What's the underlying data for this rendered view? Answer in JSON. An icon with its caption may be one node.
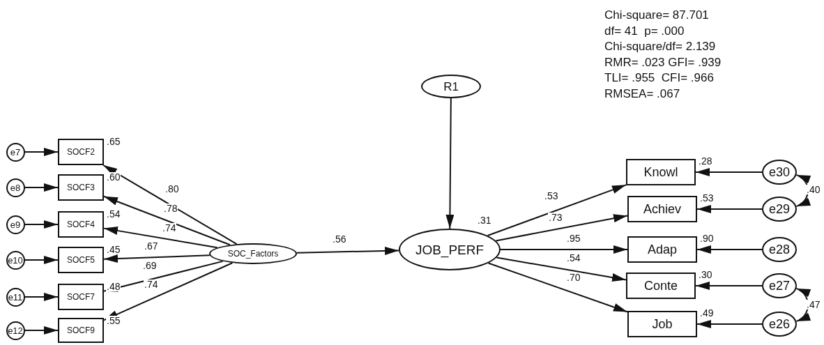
{
  "diagram": {
    "nodes": [
      {
        "text": [
          "e7"
        ]
      },
      {
        "text": [
          "e8"
        ]
      },
      {
        "text": [
          "e9"
        ]
      },
      {
        "text": [
          "e10"
        ]
      },
      {
        "text": [
          "e11"
        ]
      },
      {
        "text": [
          "e12"
        ]
      },
      {
        "text": [
          "SOCF2"
        ],
        "beside": [
          ".65"
        ]
      },
      {
        "text": [
          "SOCF3"
        ],
        "beside": [
          ".60"
        ]
      },
      {
        "text": [
          "SOCF4"
        ],
        "beside": [
          ".54"
        ]
      },
      {
        "text": [
          "SOCF5"
        ],
        "beside": [
          ".45"
        ]
      },
      {
        "text": [
          "SOCF7"
        ],
        "beside": [
          ".48"
        ]
      },
      {
        "text": [
          "SOCF9"
        ],
        "beside": [
          ".55"
        ]
      },
      {
        "text": [
          "SOC_Factors"
        ]
      },
      {
        "text": [
          "R1"
        ]
      },
      {
        "text": [
          "JOB_PERF"
        ],
        "beside": [
          ".31"
        ]
      },
      {
        "text": [
          "Knowl"
        ],
        "beside": [
          ".28"
        ]
      },
      {
        "text": [
          "Achiev"
        ],
        "beside": [
          ".53"
        ]
      },
      {
        "text": [
          "Adap"
        ],
        "beside": [
          ".90"
        ]
      },
      {
        "text": [
          "Conte"
        ],
        "beside": [
          ".30"
        ]
      },
      {
        "text": [
          "Job"
        ],
        "beside": [
          ".49"
        ]
      },
      {
        "text": [
          "e30"
        ]
      },
      {
        "text": [
          "e29"
        ]
      },
      {
        "text": [
          "e28"
        ]
      },
      {
        "text": [
          "e27"
        ]
      },
      {
        "text": [
          "e26"
        ]
      }
    ],
    "edges": [
      {
        "from": 0,
        "to": 6,
        "arrow": "to"
      },
      {
        "from": 1,
        "to": 7,
        "arrow": "to"
      },
      {
        "from": 2,
        "to": 8,
        "arrow": "to"
      },
      {
        "from": 3,
        "to": 9,
        "arrow": "to"
      },
      {
        "from": 4,
        "to": 10,
        "arrow": "to"
      },
      {
        "from": 5,
        "to": 11,
        "arrow": "to"
      },
      {
        "from": 12,
        "to": 6,
        "arrow": "to",
        "label": ".80"
      },
      {
        "from": 12,
        "to": 7,
        "arrow": "to",
        "label": ".78"
      },
      {
        "from": 12,
        "to": 8,
        "arrow": "to",
        "label": ".74"
      },
      {
        "from": 12,
        "to": 9,
        "arrow": "to",
        "label": ".67"
      },
      {
        "from": 12,
        "to": 10,
        "arrow": "to",
        "label": ".69"
      },
      {
        "from": 12,
        "to": 11,
        "arrow": "to",
        "label": ".74"
      },
      {
        "from": 12,
        "to": 14,
        "arrow": "to",
        "label": ".56"
      },
      {
        "from": 13,
        "to": 14,
        "arrow": "to"
      },
      {
        "from": 14,
        "to": 15,
        "arrow": "to",
        "label": ".53"
      },
      {
        "from": 14,
        "to": 16,
        "arrow": "to",
        "label": ".73"
      },
      {
        "from": 14,
        "to": 17,
        "arrow": "to",
        "label": ".95"
      },
      {
        "from": 14,
        "to": 18,
        "arrow": "to",
        "label": ".54"
      },
      {
        "from": 14,
        "to": 19,
        "arrow": "to",
        "label": ".70"
      },
      {
        "from": 20,
        "to": 15,
        "arrow": "to"
      },
      {
        "from": 21,
        "to": 16,
        "arrow": "to"
      },
      {
        "from": 22,
        "to": 17,
        "arrow": "to"
      },
      {
        "from": 23,
        "to": 18,
        "arrow": "to"
      },
      {
        "from": 24,
        "to": 19,
        "arrow": "to"
      },
      {
        "from": 20,
        "to": 21,
        "arrow": "both",
        "label": ".40"
      },
      {
        "from": 23,
        "to": 24,
        "arrow": "both",
        "label": ".47"
      }
    ],
    "labels": [
      "Chi-square= 87.701",
      "df= 41  p= .000",
      "Chi-square/df= 2.139",
      "RMR= .023 GFI= .939",
      "TLI= .955  CFI= .966",
      "RMSEA= .067"
    ]
  }
}
